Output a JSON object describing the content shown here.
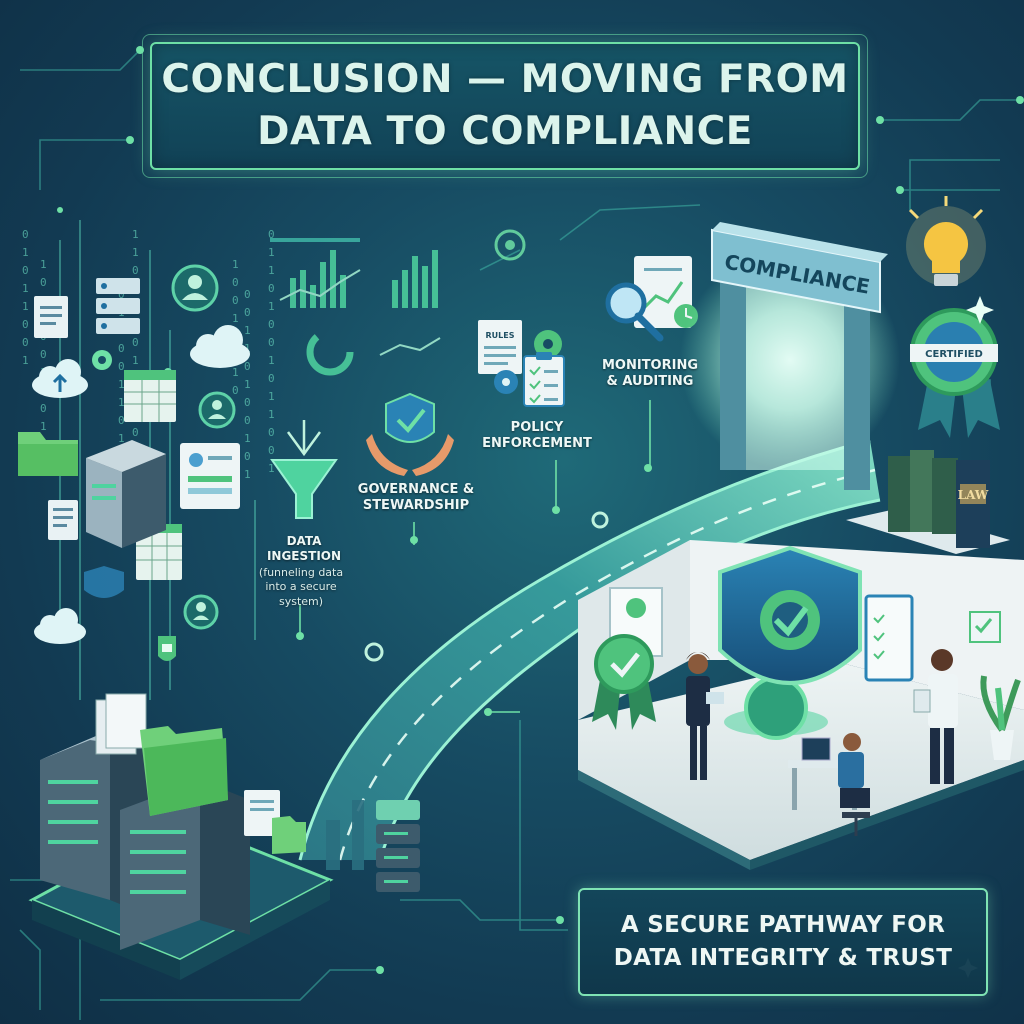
{
  "title": {
    "line1": "CONCLUSION — MOVING FROM",
    "line2": "DATA TO COMPLIANCE"
  },
  "stages": {
    "data_ingestion": {
      "label_line1": "DATA",
      "label_line2": "INGESTION",
      "caption_line1": "(funneling data",
      "caption_line2": "into a secure",
      "caption_line3": "system)"
    },
    "governance": {
      "label_line1": "GOVERNANCE &",
      "label_line2": "STEWARDSHIP"
    },
    "policy": {
      "doc_label": "RULES",
      "label_line1": "POLICY",
      "label_line2": "ENFORCEMENT"
    },
    "monitoring": {
      "label_line1": "MONITORING",
      "label_line2": "& AUDITING"
    }
  },
  "gate": {
    "sign": "COMPLIANCE"
  },
  "badge": {
    "text": "CERTIFIED"
  },
  "book": {
    "text": "LAW"
  },
  "callout": {
    "line1": "A SECURE PATHWAY FOR",
    "line2": "DATA INTEGRITY & TRUST"
  },
  "binary_digits": [
    "0",
    "1",
    "0",
    "1",
    "1",
    "0",
    "0",
    "1",
    "1",
    "0",
    "1",
    "0"
  ],
  "colors": {
    "accent_green": "#6ee0a6",
    "teal": "#2ec4b6",
    "dark_navy": "#123a52",
    "shield_blue": "#1f6fa0",
    "gold": "#f5c542"
  },
  "icons": [
    "user-icon",
    "cloud-icon",
    "server-icon",
    "folder-icon",
    "document-icon",
    "spreadsheet-icon",
    "lock-icon",
    "funnel-icon",
    "shield-check-icon",
    "magnifier-icon",
    "gear-icon",
    "lightbulb-icon",
    "ribbon-badge-icon",
    "plant-icon",
    "clipboard-icon"
  ]
}
